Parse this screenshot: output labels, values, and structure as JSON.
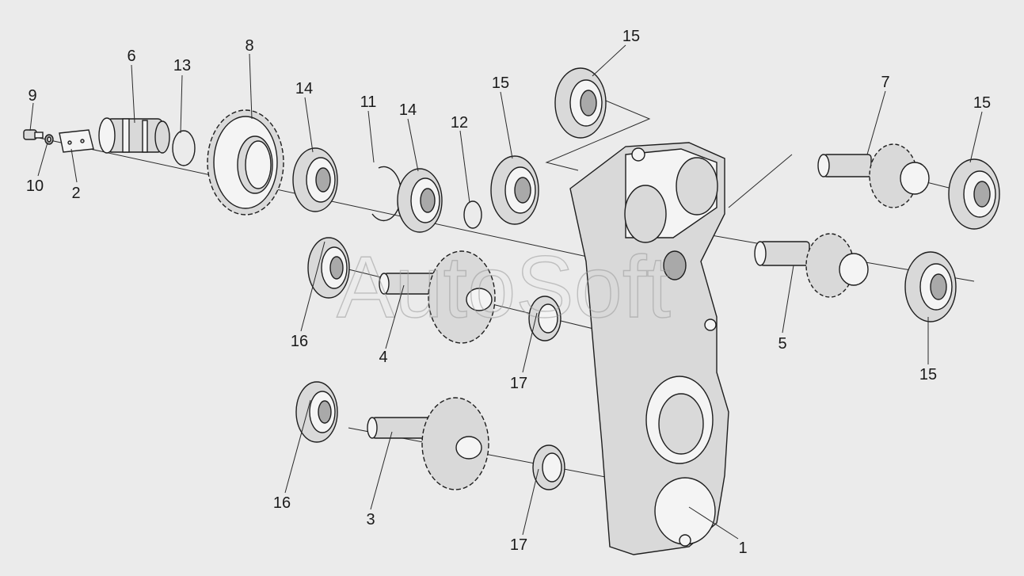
{
  "watermark": "AutoSoft",
  "callouts": [
    {
      "id": "9",
      "label": "9"
    },
    {
      "id": "10",
      "label": "10"
    },
    {
      "id": "2",
      "label": "2"
    },
    {
      "id": "6",
      "label": "6"
    },
    {
      "id": "13",
      "label": "13"
    },
    {
      "id": "8",
      "label": "8"
    },
    {
      "id": "14a",
      "label": "14"
    },
    {
      "id": "11",
      "label": "11"
    },
    {
      "id": "14b",
      "label": "14"
    },
    {
      "id": "12",
      "label": "12"
    },
    {
      "id": "15a",
      "label": "15"
    },
    {
      "id": "15b",
      "label": "15"
    },
    {
      "id": "7",
      "label": "7"
    },
    {
      "id": "15c",
      "label": "15"
    },
    {
      "id": "16a",
      "label": "16"
    },
    {
      "id": "4",
      "label": "4"
    },
    {
      "id": "17a",
      "label": "17"
    },
    {
      "id": "5",
      "label": "5"
    },
    {
      "id": "15d",
      "label": "15"
    },
    {
      "id": "16b",
      "label": "16"
    },
    {
      "id": "3",
      "label": "3"
    },
    {
      "id": "17b",
      "label": "17"
    },
    {
      "id": "1",
      "label": "1"
    }
  ]
}
